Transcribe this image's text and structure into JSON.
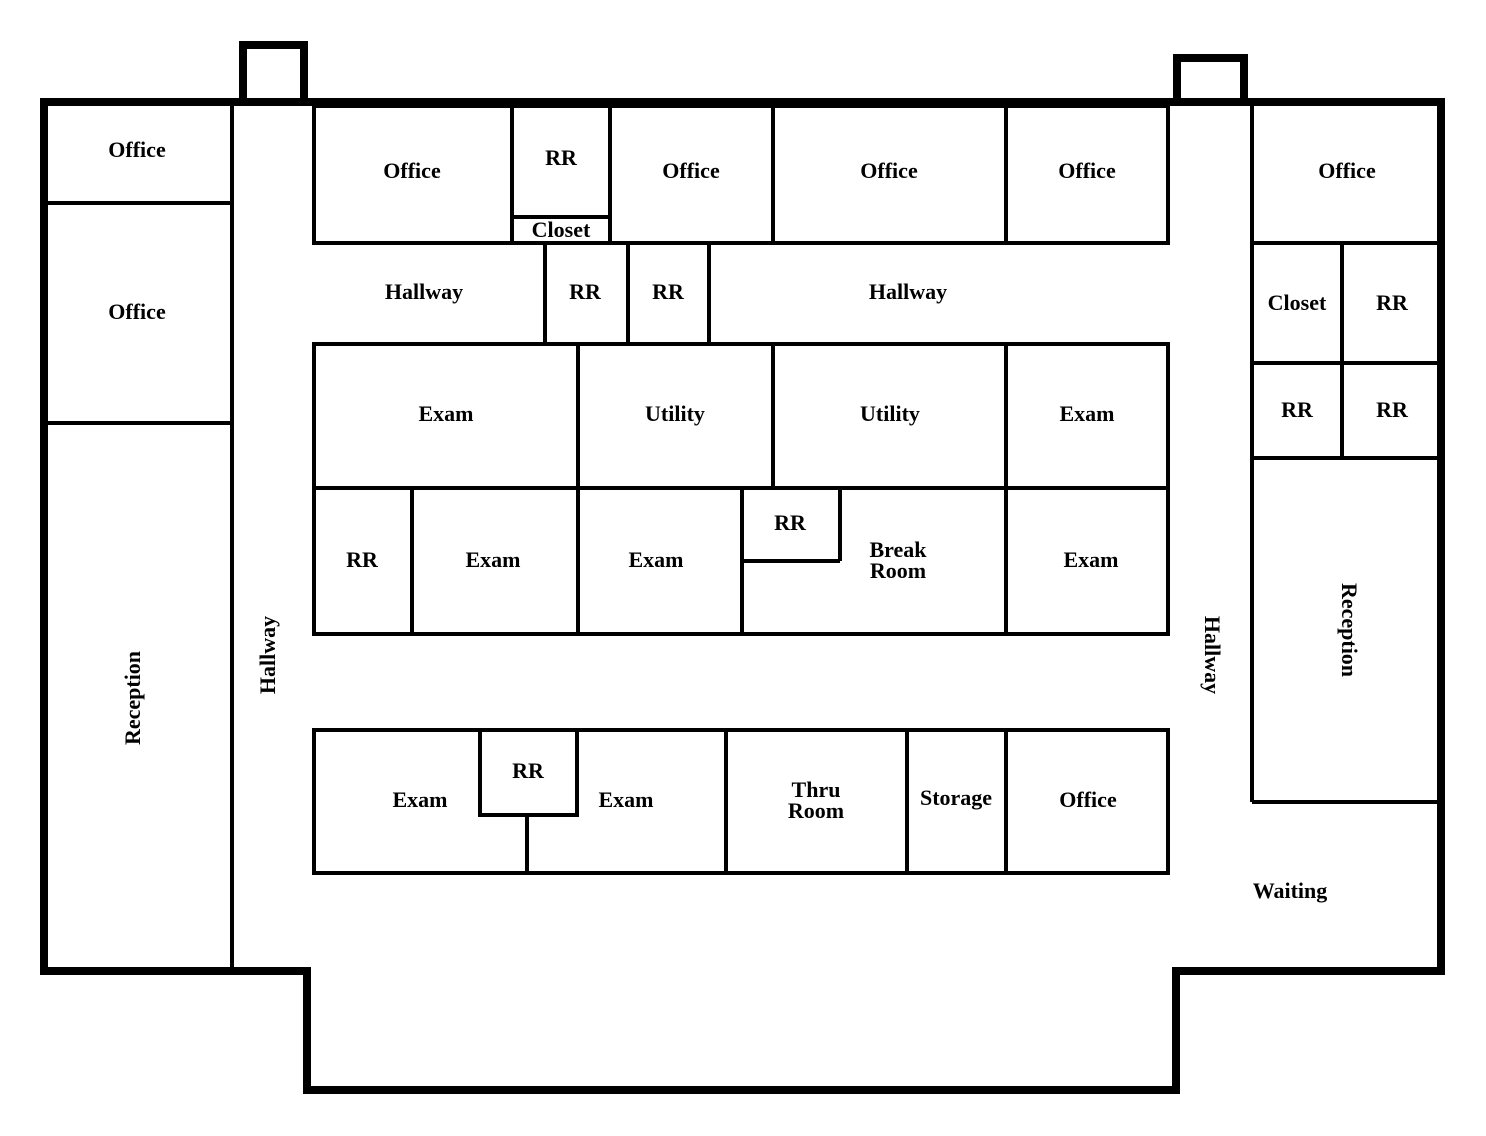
{
  "colors": {
    "walls": "#000000",
    "background": "#ffffff"
  },
  "rooms": {
    "left_office_1": "Office",
    "left_office_2": "Office",
    "left_reception": "Reception",
    "left_hallway": "Hallway",
    "top_office_1": "Office",
    "top_rr": "RR",
    "top_closet": "Closet",
    "top_office_2": "Office",
    "top_office_3": "Office",
    "top_office_4": "Office",
    "hallway_upper_left": "Hallway",
    "mid_rr_1": "RR",
    "mid_rr_2": "RR",
    "hallway_upper_right": "Hallway",
    "exam_1": "Exam",
    "utility_1": "Utility",
    "utility_2": "Utility",
    "exam_2": "Exam",
    "rr_row2": "RR",
    "exam_3": "Exam",
    "exam_4": "Exam",
    "break_rr": "RR",
    "break_room_line1": "Break",
    "break_room_line2": "Room",
    "exam_5": "Exam",
    "bottom_exam_1": "Exam",
    "bottom_rr": "RR",
    "bottom_exam_2": "Exam",
    "thru_room_line1": "Thru",
    "thru_room_line2": "Room",
    "storage": "Storage",
    "bottom_office": "Office",
    "right_hallway": "Hallway",
    "right_office": "Office",
    "right_closet": "Closet",
    "right_rr_1": "RR",
    "right_rr_2": "RR",
    "right_rr_3": "RR",
    "right_reception": "Reception",
    "waiting": "Waiting"
  }
}
